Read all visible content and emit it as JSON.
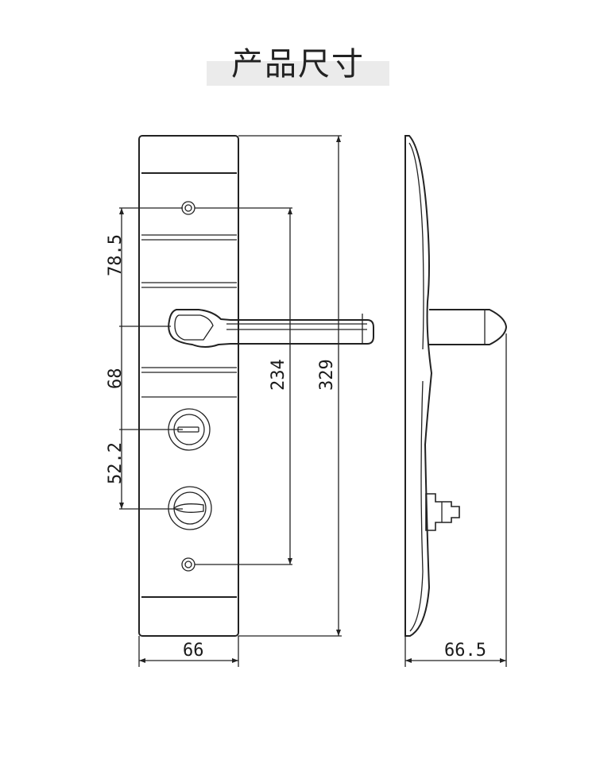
{
  "title": "产品尺寸",
  "dimensions": {
    "plate_width": "66",
    "upper_spacing": "78.5",
    "middle_spacing": "68",
    "lower_spacing": "52.2",
    "hole_spacing": "234",
    "total_height": "329",
    "side_depth": "66.5"
  }
}
